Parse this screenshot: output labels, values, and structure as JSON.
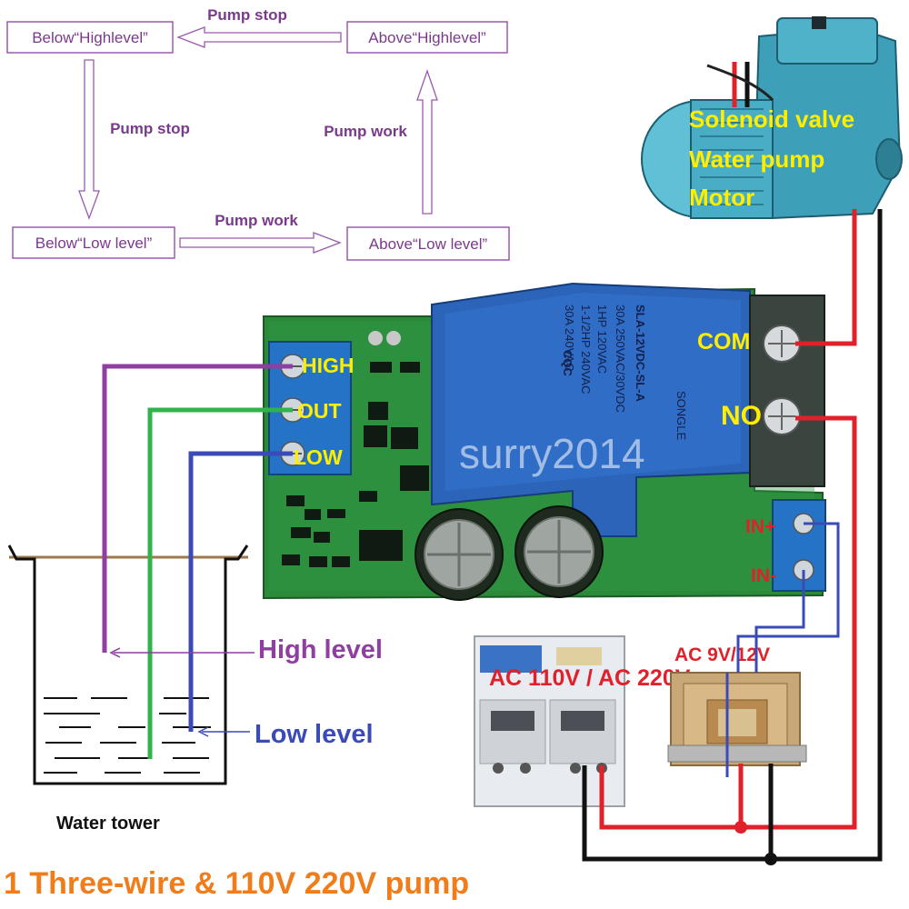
{
  "flow": {
    "below_high": "Below“Highlevel”",
    "above_high": "Above“Highlevel”",
    "below_low": "Below“Low level”",
    "above_low": "Above“Low level”",
    "top_action": "Pump stop",
    "left_action": "Pump stop",
    "right_action": "Pump work",
    "bottom_action": "Pump work"
  },
  "pump": {
    "line1": "Solenoid valve",
    "line2": "Water pump",
    "line3": "Motor"
  },
  "board": {
    "high": "HIGH",
    "out": "OUT",
    "low": "LOW",
    "com": "COM",
    "no": "NO",
    "in_plus": "IN+",
    "in_minus": "IN-",
    "relay_line1": "SLA-12VDC-SL-A",
    "relay_line2": "30A 250VAC/30VDC",
    "relay_line3": "1HP 120VAC",
    "relay_line4": "1-1/2HP 240VAC",
    "relay_line5": "30A 240VAC",
    "relay_brand": "SONGLE",
    "relay_cert": "CQC",
    "watermark": "surry2014"
  },
  "tank": {
    "high_level": "High level",
    "low_level": "Low level",
    "caption": "Water tower"
  },
  "power": {
    "breaker": "AC 110V / AC 220V",
    "transformer": "AC 9V/12V"
  },
  "footer": "1 Three-wire & 110V 220V pump",
  "colors": {
    "flow": "#7a3a8c",
    "yellow_label": "#ffee00",
    "high_wire": "#8e3fa0",
    "out_wire": "#2fb34a",
    "low_wire": "#3a4bb8",
    "red_wire": "#e0202a",
    "footer": "#f07d1a"
  }
}
